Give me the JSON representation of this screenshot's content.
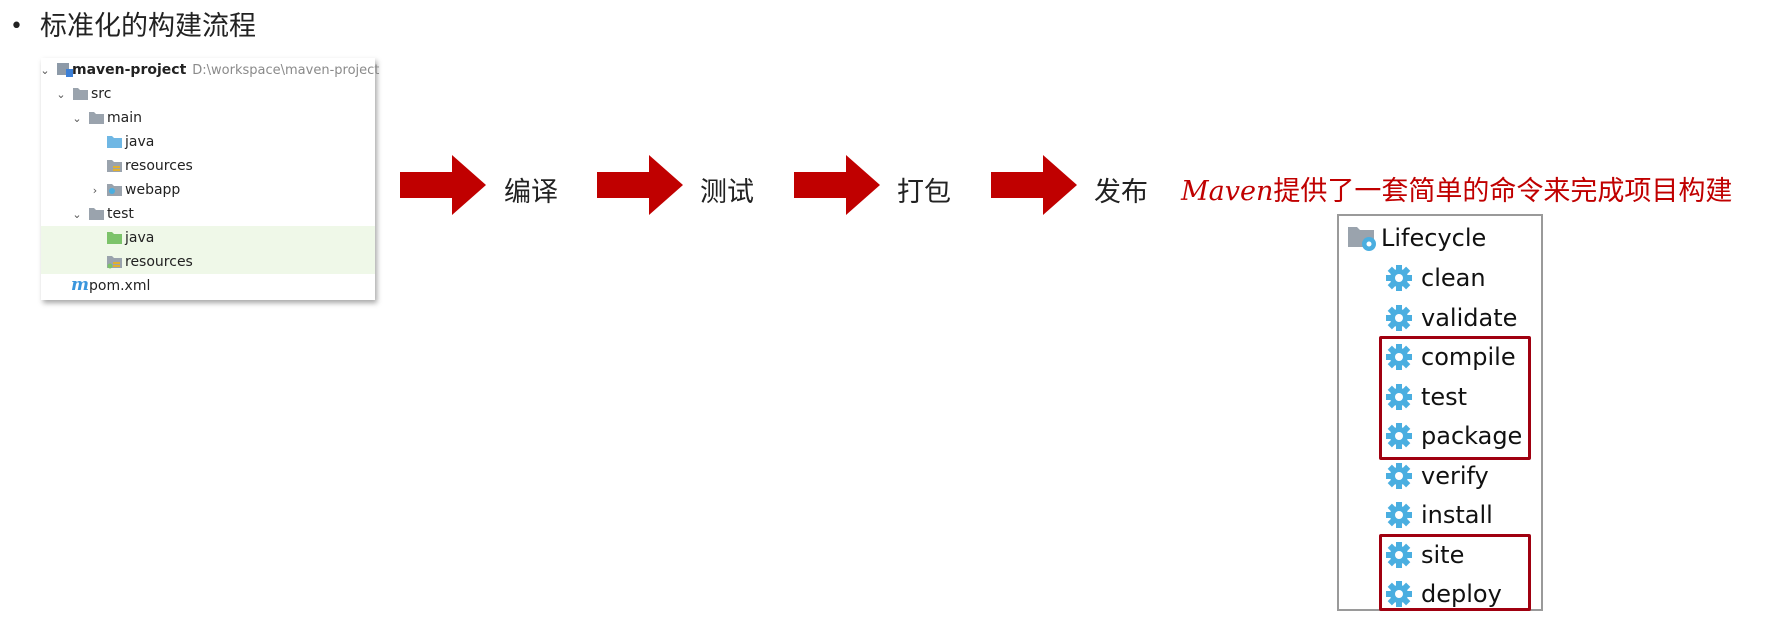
{
  "heading": {
    "bullet": "•",
    "text": "标准化的构建流程"
  },
  "tree": {
    "root": {
      "name": "maven-project",
      "path": "D:\\workspace\\maven-project"
    },
    "rows": [
      {
        "label": "src"
      },
      {
        "label": "main"
      },
      {
        "label": "java"
      },
      {
        "label": "resources"
      },
      {
        "label": "webapp"
      },
      {
        "label": "test"
      },
      {
        "label": "java"
      },
      {
        "label": "resources"
      },
      {
        "label": "pom.xml"
      }
    ],
    "pom_icon_letter": "m"
  },
  "steps": [
    "编译",
    "测试",
    "打包",
    "发布"
  ],
  "claim": {
    "maven": "Maven",
    "rest": "提供了一套简单的命令来完成项目构建"
  },
  "lifecycle": {
    "title": "Lifecycle",
    "phases": [
      "clean",
      "validate",
      "compile",
      "test",
      "package",
      "verify",
      "install",
      "site",
      "deploy"
    ]
  },
  "colors": {
    "arrow": "#c00000",
    "claim": "#c00000",
    "highlight_box": "#a00010",
    "gear": "#4aaee0",
    "tree_highlight": "#eff8e8"
  }
}
